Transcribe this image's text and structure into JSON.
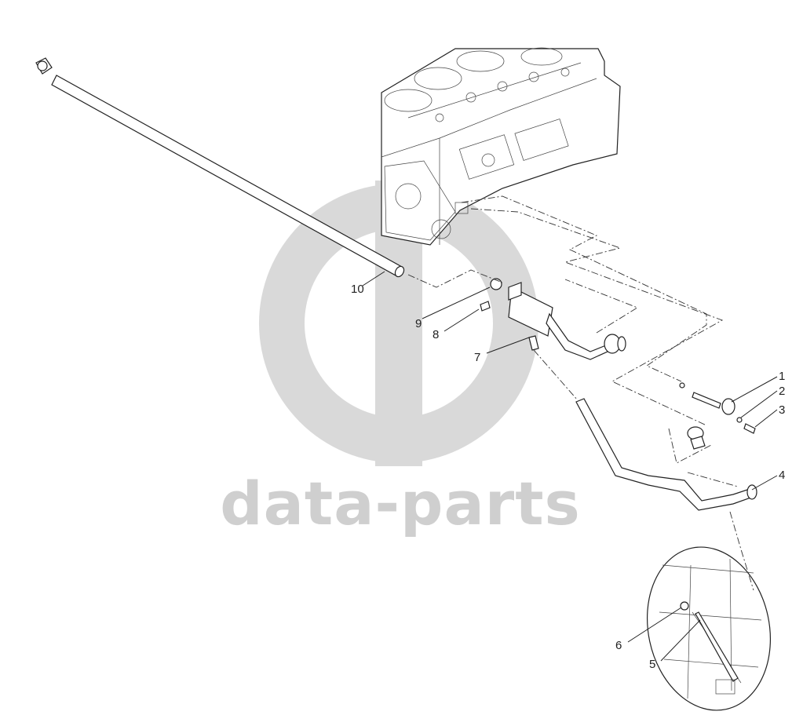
{
  "watermark": {
    "text": "data-parts",
    "color": "#cfcfcf"
  },
  "callouts": [
    {
      "id": "1",
      "label": "1"
    },
    {
      "id": "2",
      "label": "2"
    },
    {
      "id": "3",
      "label": "3"
    },
    {
      "id": "4",
      "label": "4"
    },
    {
      "id": "5",
      "label": "5"
    },
    {
      "id": "6",
      "label": "6"
    },
    {
      "id": "7",
      "label": "7"
    },
    {
      "id": "8",
      "label": "8"
    },
    {
      "id": "9",
      "label": "9"
    },
    {
      "id": "10",
      "label": "10"
    }
  ],
  "colors": {
    "line": "#222222",
    "background": "#ffffff"
  }
}
